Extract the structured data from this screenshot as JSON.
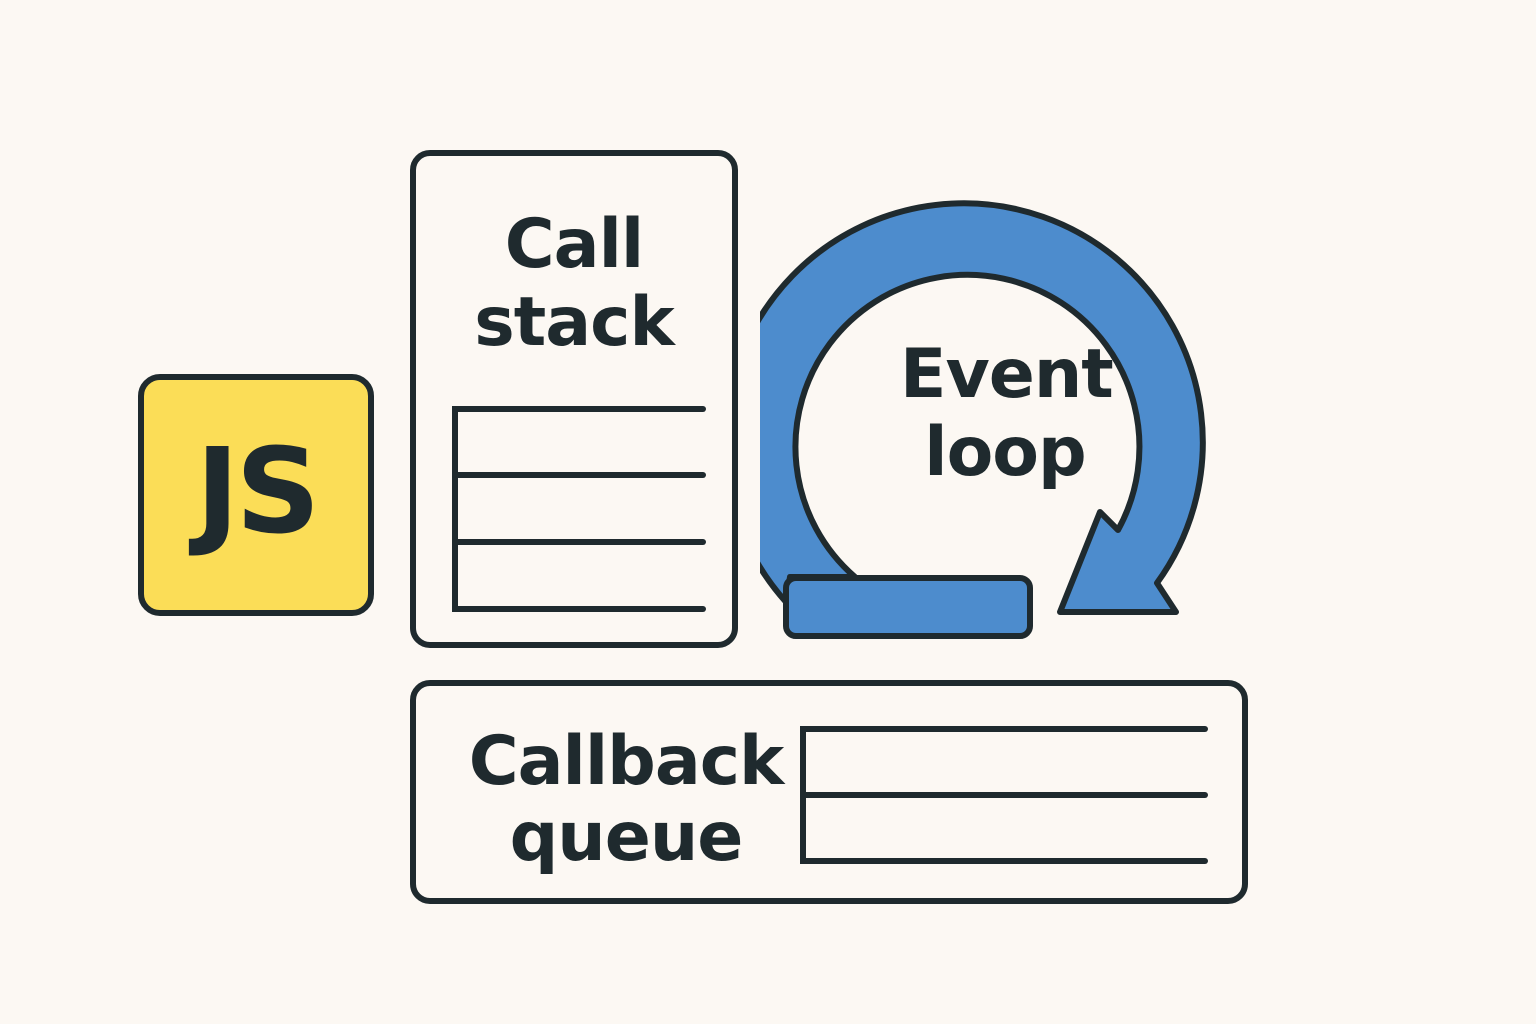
{
  "logo": {
    "text": "JS"
  },
  "call_stack": {
    "title": "Call\nstack"
  },
  "event_loop": {
    "label": "Event\nloop"
  },
  "callback_queue": {
    "title": "Callback\nqueue"
  },
  "colors": {
    "background": "#fcf8f3",
    "outline": "#1f2a2e",
    "js_yellow": "#fbdd57",
    "loop_blue": "#4d8ccd"
  }
}
